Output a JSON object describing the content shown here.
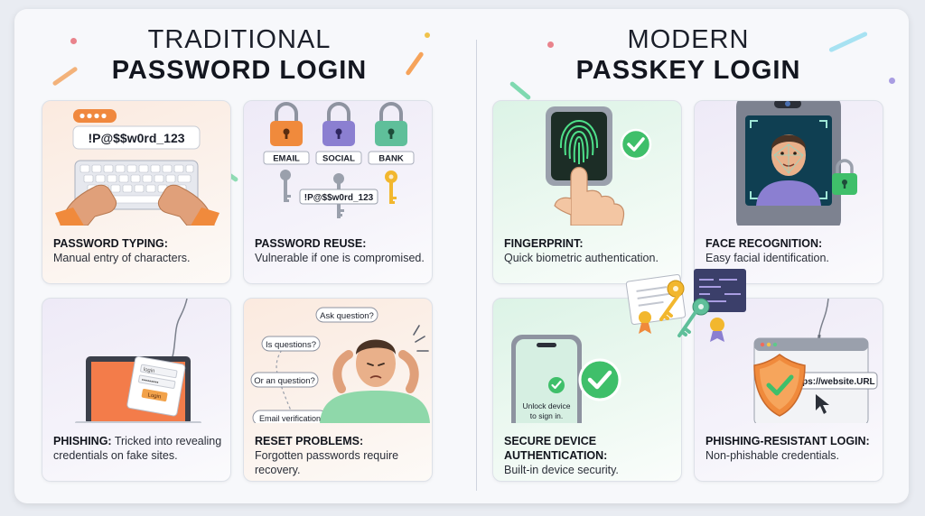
{
  "left_heading": {
    "line1": "TRADITIONAL",
    "line2": "PASSWORD LOGIN"
  },
  "right_heading": {
    "line1": "MODERN",
    "line2": "PASSKEY LOGIN"
  },
  "cards": {
    "typing": {
      "title": "PASSWORD TYPING:",
      "desc": "Manual entry of characters.",
      "password": "!P@$$w0rd_123"
    },
    "reuse": {
      "title": "PASSWORD REUSE:",
      "desc": "Vulnerable if one is compromised.",
      "locks": [
        "EMAIL",
        "SOCIAL",
        "BANK"
      ],
      "password": "!P@$$w0rd_123"
    },
    "phishing": {
      "title": "PHISHING:",
      "desc": "Tricked into revealing credentials on fake sites.",
      "form_login": "login",
      "form_pass": "•••••••••",
      "form_button": "Login"
    },
    "reset": {
      "title": "RESET PROBLEMS:",
      "desc": "Forgotten passwords require recovery.",
      "bubbles": [
        "Ask question?",
        "Is questions?",
        "Or an question?",
        "Email verification"
      ]
    },
    "fingerprint": {
      "title": "FINGERPRINT:",
      "desc": "Quick biometric authentication."
    },
    "face": {
      "title": "FACE RECOGNITION:",
      "desc": "Easy facial identification."
    },
    "device": {
      "title": "SECURE DEVICE AUTHENTICATION:",
      "desc": "Built-in device security.",
      "phone_line1": "Unlock device",
      "phone_line2": "to sign in."
    },
    "resistant": {
      "title": "PHISHING-RESISTANT LOGIN:",
      "desc": "Non-phishable credentials.",
      "url": "https://website.URL"
    }
  },
  "colors": {
    "accent_green": "#3fbf6a",
    "orange": "#f0883e",
    "purple": "#8b7fd1",
    "teal": "#5fbf9a"
  }
}
